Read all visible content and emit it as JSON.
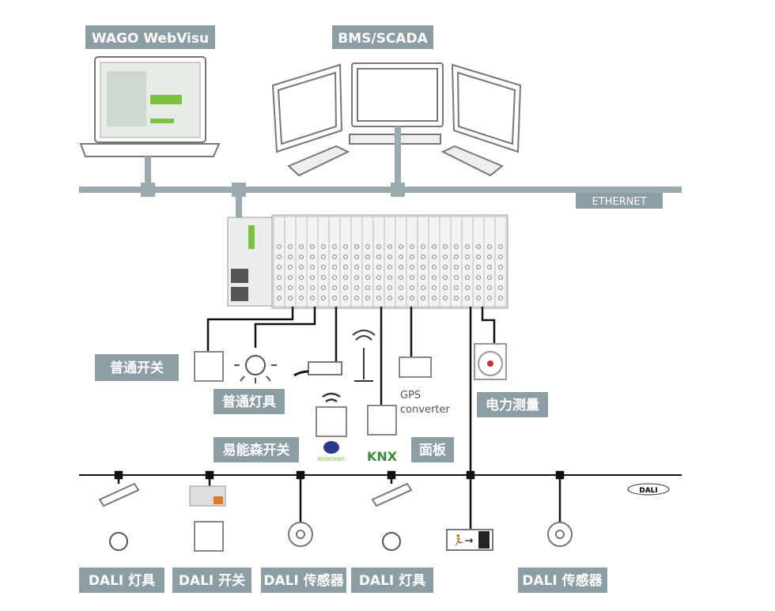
{
  "labels": {
    "webvisu": "WAGO WebVisu",
    "scada": "BMS/SCADA",
    "ethernet": "ETHERNET",
    "switch": "普通开关",
    "lamp": "普通灯具",
    "enocean_switch": "易能森开关",
    "panel": "面板",
    "power": "电力测量",
    "gps1": "GPS",
    "gps2": "converter",
    "dali_lamp1": "DALI 灯具",
    "dali_switch": "DALI 开关",
    "dali_sensor1": "DALI 传感器",
    "dali_lamp2": "DALI 灯具",
    "dali_sensor2": "DALI 传感器"
  },
  "logos": {
    "enocean": "enocean",
    "knx": "KNX",
    "dali": "DALI"
  },
  "colors": {
    "label_bg": "#8c9ea3",
    "ethernet": "#9aabb0",
    "bus": "#111111",
    "wago_green": "#7dc142"
  }
}
